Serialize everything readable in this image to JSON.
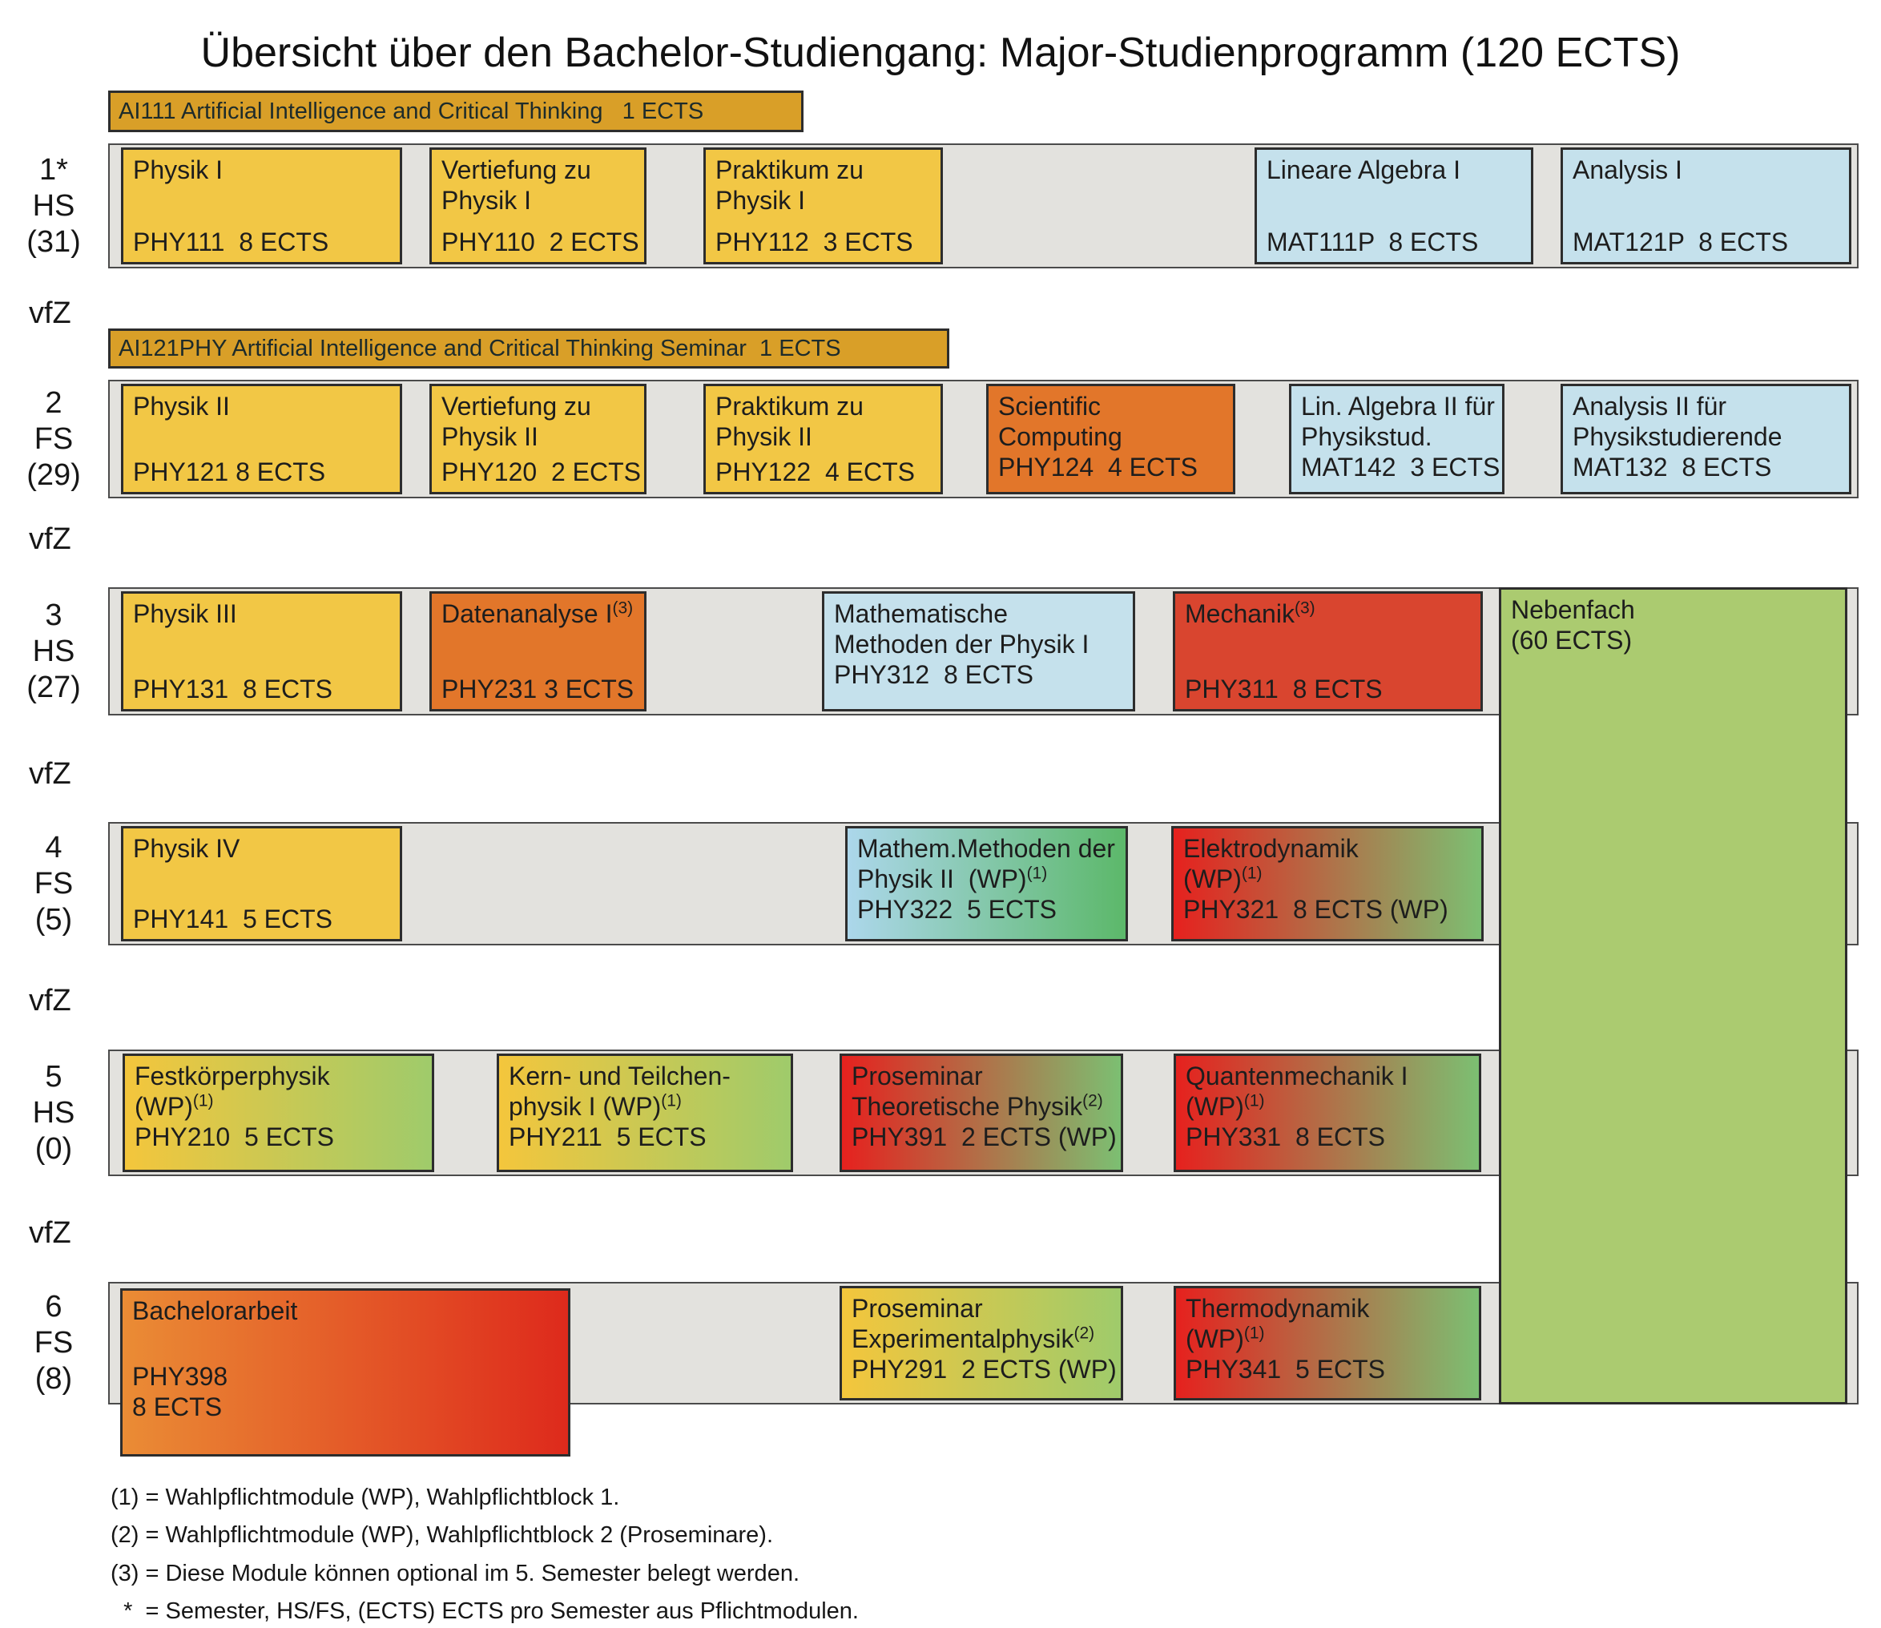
{
  "title": "Übersicht über den Bachelor-Studiengang: Major-Studienprogramm (120 ECTS)",
  "banners": {
    "b1": "AI111 Artificial Intelligence and Critical Thinking   1 ECTS",
    "b2": "AI121PHY Artificial Intelligence and Critical Thinking Seminar  1 ECTS"
  },
  "vfz_label": "vfZ",
  "rows": [
    {
      "num": "1*",
      "sem": "HS",
      "ects": "(31)"
    },
    {
      "num": "2",
      "sem": "FS",
      "ects": "(29)"
    },
    {
      "num": "3",
      "sem": "HS",
      "ects": "(27)"
    },
    {
      "num": "4",
      "sem": "FS",
      "ects": "(5)"
    },
    {
      "num": "5",
      "sem": "HS",
      "ects": "(0)"
    },
    {
      "num": "6",
      "sem": "FS",
      "ects": "(8)"
    }
  ],
  "boxes": {
    "phy111": {
      "l1": "Physik I",
      "code": "PHY111  8 ECTS"
    },
    "phy110": {
      "l1": "Vertiefung zu",
      "l2": "Physik I",
      "code": "PHY110  2 ECTS"
    },
    "phy112": {
      "l1": "Praktikum zu",
      "l2": "Physik I",
      "code": "PHY112  3 ECTS"
    },
    "mat111p": {
      "l1": "Lineare Algebra I",
      "code": "MAT111P  8 ECTS"
    },
    "mat121p": {
      "l1": "Analysis I",
      "code": "MAT121P  8 ECTS"
    },
    "phy121": {
      "l1": "Physik II",
      "code": "PHY121 8 ECTS"
    },
    "phy120": {
      "l1": "Vertiefung zu",
      "l2": "Physik II",
      "code": "PHY120  2 ECTS"
    },
    "phy122": {
      "l1": "Praktikum zu",
      "l2": "Physik II",
      "code": "PHY122  4 ECTS"
    },
    "phy124": {
      "l1": "Scientific",
      "l2": "Computing",
      "code": "PHY124  4 ECTS"
    },
    "mat142": {
      "l1": "Lin. Algebra II für",
      "l2": "Physikstud.",
      "code": "MAT142  3 ECTS"
    },
    "mat132": {
      "l1": "Analysis II für",
      "l2": "Physikstudierende",
      "code": "MAT132  8 ECTS"
    },
    "phy131": {
      "l1": "Physik III",
      "code": "PHY131  8 ECTS"
    },
    "phy231": {
      "l1": "Datenanalyse I",
      "s1": "(3)",
      "code": "PHY231 3 ECTS"
    },
    "phy312": {
      "l1": "Mathematische",
      "l2": "Methoden der Physik I",
      "code": "PHY312  8 ECTS"
    },
    "phy311": {
      "l1": "Mechanik",
      "s1": "(3)",
      "code": "PHY311  8 ECTS"
    },
    "phy141": {
      "l1": "Physik IV",
      "code": "PHY141  5 ECTS"
    },
    "phy322": {
      "l1": "Mathem.Methoden der",
      "l2": "Physik II  (WP)",
      "s2": "(1)",
      "code": "PHY322  5 ECTS"
    },
    "phy321": {
      "l1": "Elektrodynamik",
      "l2": "(WP)",
      "s2": "(1)",
      "code": "PHY321  8 ECTS (WP)"
    },
    "phy210": {
      "l1": "Festkörperphysik",
      "l2": "(WP)",
      "s2": "(1)",
      "code": "PHY210  5 ECTS"
    },
    "phy211": {
      "l1": "Kern- und Teilchen-",
      "l2": "physik I (WP)",
      "s2": "(1)",
      "code": "PHY211  5 ECTS"
    },
    "phy391": {
      "l1": "Proseminar",
      "l2": "Theoretische Physik",
      "s2": "(2)",
      "code": "PHY391  2 ECTS (WP)"
    },
    "phy331": {
      "l1": "Quantenmechanik I",
      "l2": "(WP)",
      "s2": "(1)",
      "code": "PHY331  8 ECTS"
    },
    "phy398": {
      "l1": "Bachelorarbeit",
      "c1": "PHY398",
      "c2": "8 ECTS"
    },
    "phy291": {
      "l1": "Proseminar",
      "l2": "Experimentalphysik",
      "s2": "(2)",
      "code": "PHY291  2 ECTS (WP)"
    },
    "phy341": {
      "l1": "Thermodynamik",
      "l2": "(WP)",
      "s2": "(1)",
      "code": "PHY341  5 ECTS"
    }
  },
  "nebenfach": {
    "l1": "Nebenfach",
    "l2": "(60 ECTS)"
  },
  "footnotes": [
    "(1) = Wahlpflichtmodule (WP), Wahlpflichtblock 1.",
    "(2) = Wahlpflichtmodule (WP), Wahlpflichtblock 2 (Proseminare).",
    "(3) = Diese Module können optional im 5. Semester belegt werden.",
    "  *  = Semester, HS/FS, (ECTS) ECTS pro Semester aus Pflichtmodulen."
  ],
  "colors": {
    "pflicht_yellow": "#F2C745",
    "banner_gold": "#D99F28",
    "orange": "#E2762A",
    "math_blue": "#C5E1EC",
    "theorie_red": "#D9452F",
    "nebenfach_green": "#ABCB70",
    "row_grey": "#E3E2DE",
    "gradient_yellow_green": [
      "#F4C63C",
      "#9FCB6B"
    ],
    "gradient_red_green": [
      "#E6211E",
      "#7CBF72"
    ],
    "gradient_blue_green": [
      "#ACD7EB",
      "#5CB86A"
    ],
    "gradient_orange_red": [
      "#EA8C35",
      "#DE2A1C"
    ]
  }
}
